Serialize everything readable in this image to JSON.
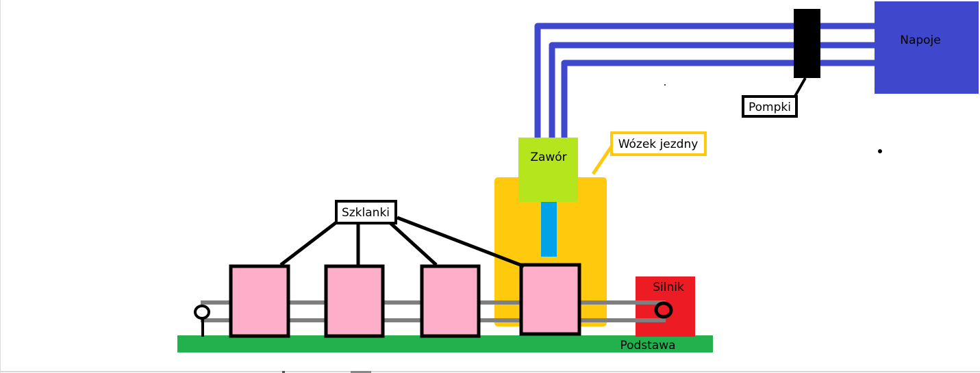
{
  "diagram": {
    "labels": {
      "napoje": "Napoje",
      "pompki": "Pompki",
      "zawor": "Zawór",
      "wozek": "Wózek jezdny",
      "szklanki": "Szklanki",
      "silnik": "Silnik",
      "podstawa": "Podstawa"
    },
    "colors": {
      "tank": "#3f48cc",
      "pipe": "#3f48cc",
      "pump": "#000000",
      "valve": "#b5e61d",
      "nozzle": "#00a2e8",
      "carriage": "#ffc90e",
      "glass": "#ffaec9",
      "motor": "#ed1c24",
      "base": "#22b14c",
      "rail": "#7f7f7f"
    }
  }
}
